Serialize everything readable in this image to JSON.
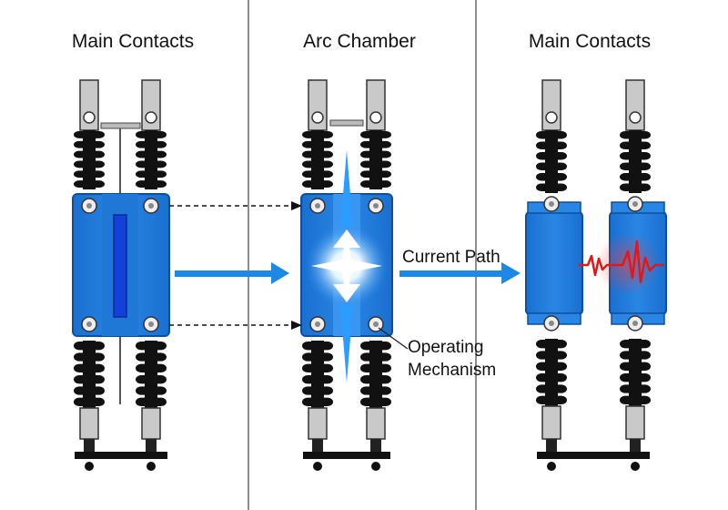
{
  "panels": [
    {
      "title": "Main Contacts"
    },
    {
      "title": "Arc Chamber"
    },
    {
      "title": "Main Contacts"
    }
  ],
  "annotations": {
    "current_path": "Current Path",
    "operating_mechanism_line1": "Operating",
    "operating_mechanism_line2": "Mechanism"
  },
  "colors": {
    "chamber_blue": "#1f78d6",
    "chamber_blue_light": "#4aa3f0",
    "insulator_black": "#111111",
    "terminal_gray": "#c9c9c9",
    "arrow_blue": "#1e88e5",
    "arc_red": "#e01818",
    "divider": "#444444"
  }
}
